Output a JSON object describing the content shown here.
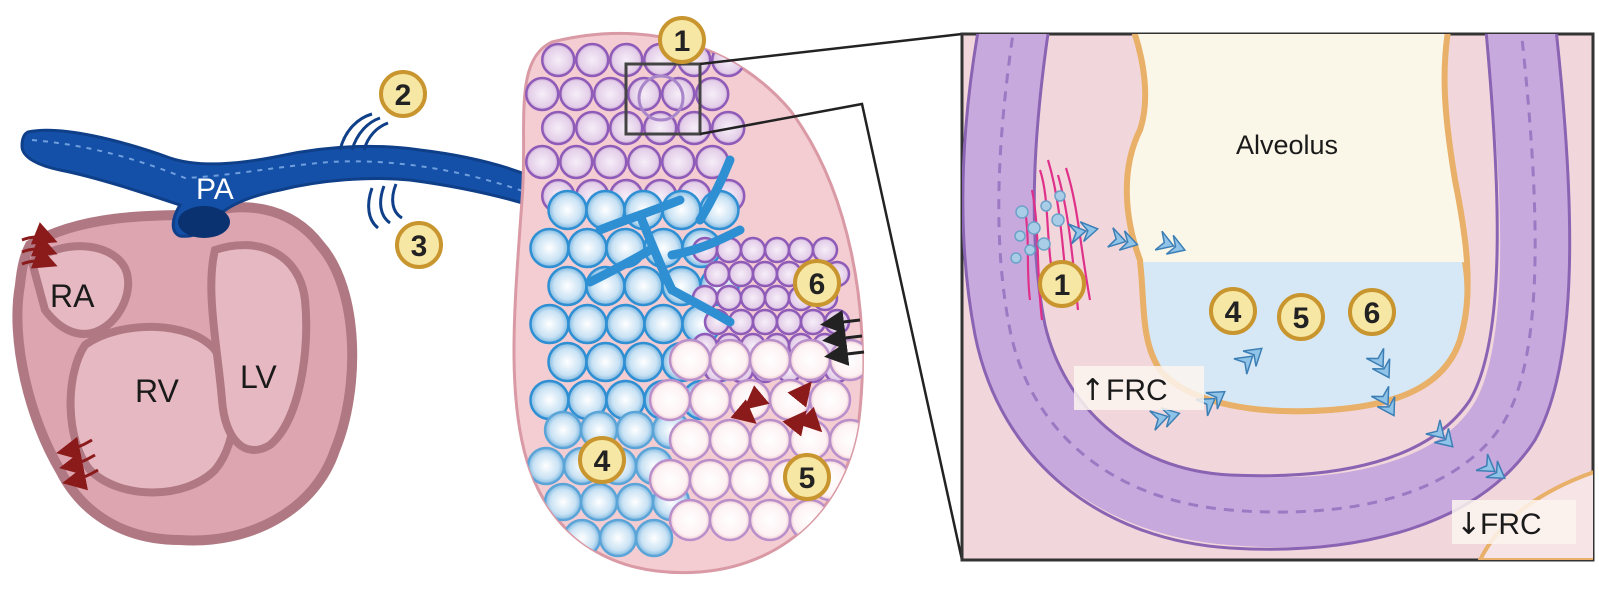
{
  "labels": {
    "pa": "PA",
    "ra": "RA",
    "rv": "RV",
    "lv": "LV",
    "alveolus": "Alveolus",
    "frc_up": "FRC",
    "frc_down": "FRC"
  },
  "numbers": {
    "m1_lung": "1",
    "m2": "2",
    "m3": "3",
    "m4_lung": "4",
    "m5_lung": "5",
    "m6_lung": "6",
    "m1_inset": "1",
    "m4_inset": "4",
    "m5_inset": "5",
    "m6_inset": "6"
  },
  "colors": {
    "heart_fill": "#dca5b0",
    "heart_stroke": "#b07883",
    "vessel": "#1450a8",
    "lung_fill": "#f3cdd2",
    "lung_stroke": "#d99aa5",
    "marker_fill": "#f7e7a5",
    "marker_stroke": "#c8952e",
    "alveolar_wall": "#a886c9",
    "inset_bg": "#f1d7db",
    "alveolus_fill": "#fbf7e8",
    "fluid": "#d6e8f5"
  },
  "icons": {
    "frc_up_arrow": "up-arrow-icon",
    "frc_down_arrow": "down-arrow-icon"
  }
}
